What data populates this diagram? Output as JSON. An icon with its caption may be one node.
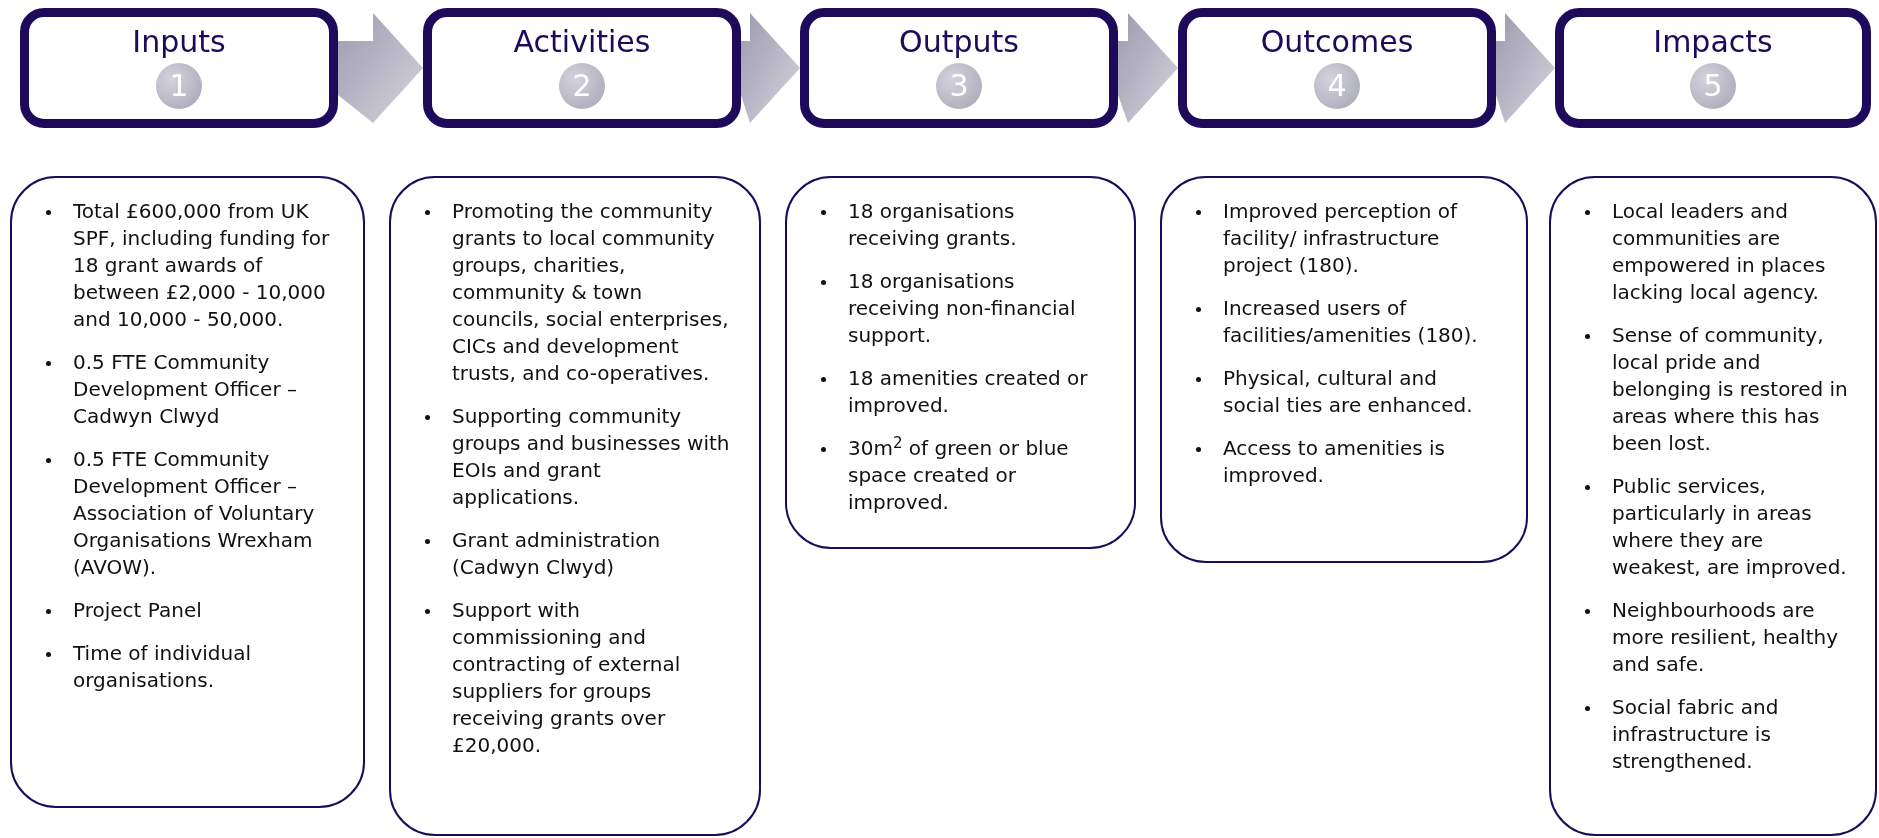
{
  "diagram": {
    "nodes": [
      {
        "text": [
          "Inputs",
          "1"
        ]
      },
      {
        "text": [
          "Activities",
          "2"
        ]
      },
      {
        "text": [
          "Outputs",
          "3"
        ]
      },
      {
        "text": [
          "Outcomes",
          "4"
        ]
      },
      {
        "text": [
          "Impacts",
          "5"
        ]
      },
      {
        "text": [
          "Total £600,000 from UK SPF, including funding for 18 grant awards of between £2,000 - 10,000 and 10,000 - 50,000.",
          "0.5 FTE Community Development Officer – Cadwyn Clwyd",
          "0.5 FTE Community Development Officer – Association of Voluntary Organisations Wrexham (AVOW).",
          "Project Panel",
          "Time of individual organisations."
        ]
      },
      {
        "text": [
          "Promoting the community grants to local community groups, charities, community & town councils, social enterprises, CICs and development trusts, and co-operatives.",
          "Supporting community groups and businesses with EOIs and grant applications.",
          "Grant administration (Cadwyn Clwyd)",
          "Support with commissioning and contracting of external suppliers for groups receiving grants over £20,000."
        ]
      },
      {
        "text": [
          "18 organisations receiving grants.",
          "18 organisations receiving non-financial support.",
          "18 amenities created or improved.",
          "30m$^{2}$ of green or blue space created or improved."
        ]
      },
      {
        "text": [
          "Improved perception of facility/ infrastructure project (180).",
          "Increased users of facilities/amenities (180).",
          "Physical, cultural and social ties are enhanced.",
          "Access to amenities is improved."
        ]
      },
      {
        "text": [
          "Local leaders and communities are empowered in places lacking local agency.",
          "Sense of community, local pride and belonging is restored in areas where this has been lost.",
          "Public services, particularly in areas where they are weakest, are improved.",
          "Neighbourhoods are more resilient, healthy and safe.",
          "Social fabric and infrastructure is strengthened."
        ]
      }
    ],
    "edges": [
      {
        "from": 0,
        "to": 1,
        "arrow": "to"
      },
      {
        "from": 1,
        "to": 2,
        "arrow": "to"
      },
      {
        "from": 2,
        "to": 3,
        "arrow": "to"
      },
      {
        "from": 3,
        "to": 4,
        "arrow": "to"
      }
    ]
  }
}
